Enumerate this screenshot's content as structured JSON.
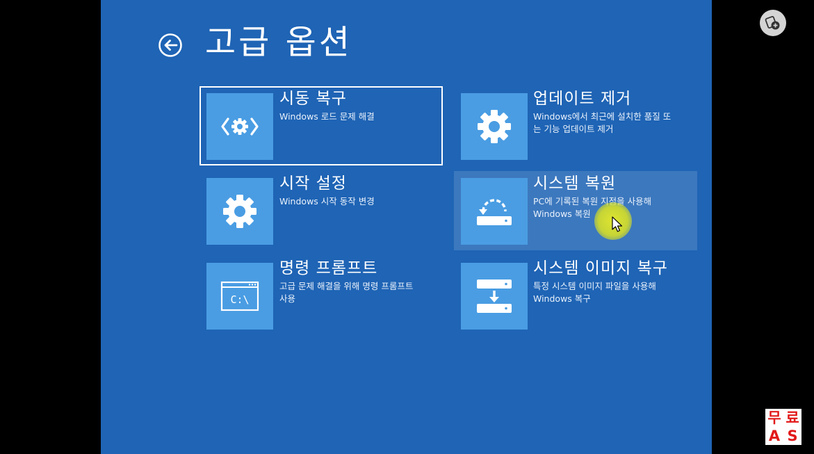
{
  "header": {
    "title": "고급 옵션",
    "back_icon": "back-arrow-icon"
  },
  "options": {
    "startup_repair": {
      "title": "시동 복구",
      "desc1": "Windows 로드 문제 해결",
      "desc2": "",
      "icon": "code-gear-icon"
    },
    "uninstall_updates": {
      "title": "업데이트 제거",
      "desc1": "Windows에서 최근에 설치한 품질 또",
      "desc2": "는 기능 업데이트 제거",
      "icon": "gear-icon"
    },
    "startup_settings": {
      "title": "시작 설정",
      "desc1": "Windows 시작 동작 변경",
      "desc2": "",
      "icon": "gear-icon"
    },
    "system_restore": {
      "title": "시스템 복원",
      "desc1": "PC에 기록된 복원 지점을 사용해",
      "desc2": "Windows 복원",
      "icon": "restore-icon"
    },
    "command_prompt": {
      "title": "명령 프롬프트",
      "desc1": "고급 문제 해결을 위해 명령 프롬프트",
      "desc2": "사용",
      "icon": "command-prompt-icon"
    },
    "system_image_recovery": {
      "title": "시스템 이미지 복구",
      "desc1": "특정 시스템 이미지 파일을 사용해",
      "desc2": "Windows 복구",
      "icon": "image-recovery-icon"
    }
  },
  "cmd_icon_text": "C:\\",
  "overlay": {
    "badge": [
      "무",
      "료",
      "A",
      "S"
    ],
    "top_icon": "screen-record-icon"
  },
  "colors": {
    "background": "#1f64b5",
    "tile_icon": "#4a9de3",
    "outside": "#000000",
    "badge_text": "#e21a1a",
    "cursor_highlight": "#e4e826"
  }
}
